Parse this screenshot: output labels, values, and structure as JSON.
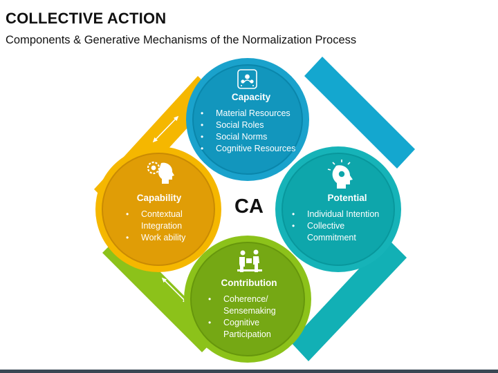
{
  "header": {
    "title": "COLLECTIVE ACTION",
    "subtitle": "Components & Generative Mechanisms of the Normalization Process"
  },
  "center_label": "CA",
  "colors": {
    "capacity": "#1aa2cc",
    "potential": "#16b3b8",
    "contribution": "#7cb518",
    "capability": "#e8a908"
  },
  "nodes": {
    "capacity": {
      "title": "Capacity",
      "icon": "team-network-icon",
      "items": [
        "Material Resources",
        "Social Roles",
        "Social Norms",
        "Cognitive Resources"
      ]
    },
    "capability": {
      "title": "Capability",
      "icon": "head-gear-icon",
      "items": [
        "Contextual Integration",
        "Work ability"
      ]
    },
    "potential": {
      "title": "Potential",
      "icon": "head-lightbulb-icon",
      "items": [
        "Individual Intention",
        "Collective Commitment"
      ]
    },
    "contribution": {
      "title": "Contribution",
      "icon": "people-working-icon",
      "items": [
        "Coherence/ Sensemaking",
        "Cognitive Participation"
      ]
    }
  }
}
